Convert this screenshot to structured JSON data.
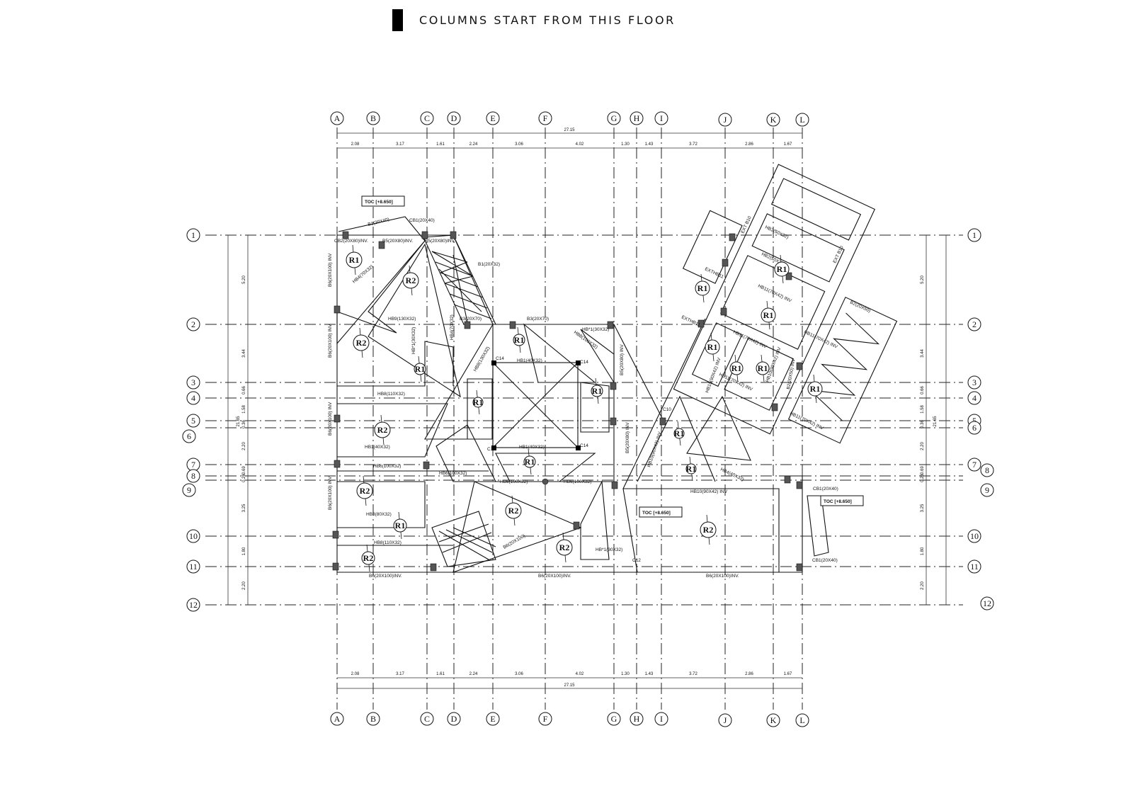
{
  "header": {
    "text": "COLUMNS START FROM THIS FLOOR"
  },
  "grid": {
    "columns": [
      "A",
      "B",
      "C",
      "D",
      "E",
      "F",
      "G",
      "H",
      "I",
      "J",
      "K",
      "L"
    ],
    "rows": [
      "1",
      "2",
      "3",
      "4",
      "5",
      "6",
      "7",
      "8",
      "9",
      "10",
      "11",
      "12"
    ],
    "column_spacings": [
      "2.08",
      "3.17",
      "1.61",
      "2.24",
      "3.06",
      "4.02",
      "1.30",
      "1.43",
      "3.72",
      "2.86",
      "1.67"
    ],
    "column_total": "27.15",
    "row_spacings": [
      "5.20",
      "3.44",
      "0.66",
      "1.58",
      "0.36",
      "2.20",
      "0.69",
      "0.26",
      "3.25",
      "1.80",
      "2.20"
    ],
    "row_total": "21.65"
  },
  "toc_tags": [
    "TOC [+8.650]",
    "TOC [+8.650]",
    "TOC [+8.650]"
  ],
  "beam_labels": [
    "B1(20X40)",
    "CB1(20X40)",
    "CB2(20X80)INV.",
    "B5(20X80)INV.",
    "B5(20X80)INV.",
    "B1(20X32)",
    "HB4(70X32)",
    "B6(20X100) INV",
    "HB9(130X32)",
    "B3(20X70)",
    "B3(20X70)",
    "HB1(40X32)",
    "HB8(110X32)",
    "HB1(40X32)",
    "HB6(100X32)",
    "HB6(100X32)",
    "HB1(40X32)",
    "HB6(100X32)",
    "HB6(100X32)",
    "HB3(80X32)",
    "HB8(110X32)",
    "B6(20X100)",
    "B6(20X100)INV.",
    "B6(20X100)INV.",
    "B6(20X100)INV.",
    "HB10(90X42) INV",
    "HB*1(30X32)",
    "CB1(20X40)",
    "CB1(20X40)",
    "HB2(50X32)",
    "HB2(50X32)",
    "HB11(70X42) INV",
    "HB11(70X42) INV",
    "HB11(70X42) INV",
    "HB11(70X42) INV",
    "HB11(70X42) INV",
    "EXT B10",
    "EXT B10",
    "EXTHB11",
    "EXTHB11",
    "B2(20X50)",
    "HB4(40X32)",
    "HB10(90X42) INV",
    "B6(20X100) INV",
    "B6(20X100) INV",
    "B6(20X100) INV",
    "B5(20X80) INV",
    "B5(20X80) INV",
    "HB*1(30X32)",
    "HB*1(30X32)",
    "HB8(130X32)",
    "HB8(100X32)",
    "HB4(70X32)",
    "HB10(90X42) INV",
    "HB10(90X42) INV",
    "B2(20X50) INV"
  ],
  "column_marks": [
    "C14",
    "C14",
    "C14",
    "C14",
    "C10",
    "C12"
  ],
  "slab_marks": [
    "R1",
    "R2",
    "R2",
    "R2",
    "R2",
    "R1",
    "R2",
    "R2",
    "R2",
    "R2",
    "R1",
    "R1",
    "R1",
    "R1",
    "R1",
    "R1",
    "R1",
    "R1",
    "R1",
    "R1",
    "R1",
    "R1",
    "R1",
    "R1"
  ]
}
